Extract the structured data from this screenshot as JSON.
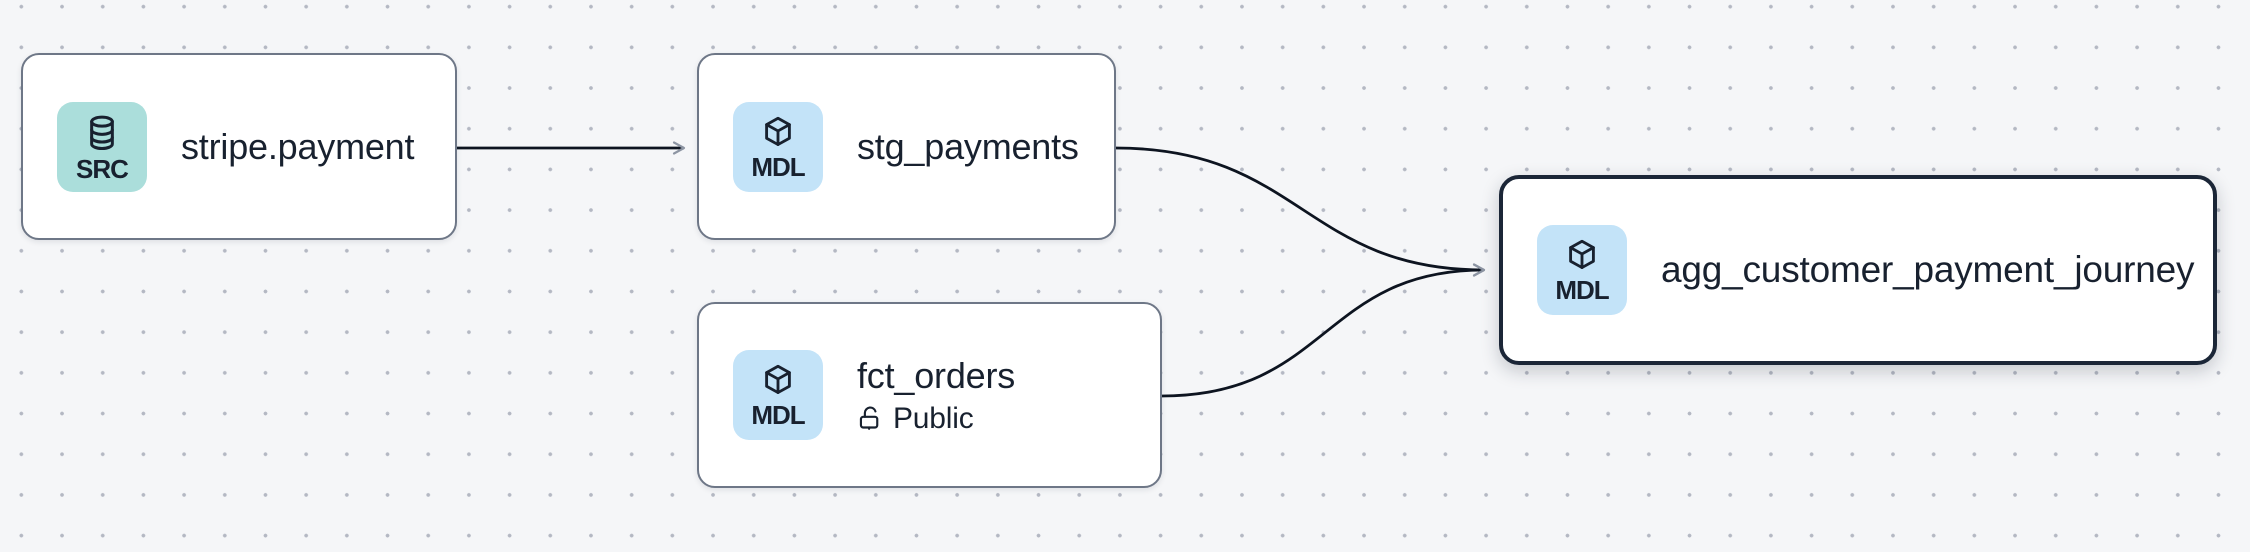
{
  "diagram": {
    "type": "lineage-graph",
    "background_color": "#f5f6f8",
    "grid_dot_color": "#b4b8c3",
    "edge_color": "#0d1420",
    "arrowhead_color": "#8d95a3",
    "node_border_color": "#6e7787",
    "selected_node_border_color": "#1b2637",
    "node_background_color": "#ffffff",
    "label_color": "#18212f",
    "badge_colors": {
      "SRC": "#abdedb",
      "MDL": "#c3e3f8"
    },
    "nodes": [
      {
        "id": "stripe.payment",
        "label": "stripe.payment",
        "badge": "SRC",
        "badge_icon": "database-icon",
        "selected": false
      },
      {
        "id": "stg_payments",
        "label": "stg_payments",
        "badge": "MDL",
        "badge_icon": "cube-icon",
        "selected": false
      },
      {
        "id": "fct_orders",
        "label": "fct_orders",
        "badge": "MDL",
        "badge_icon": "cube-icon",
        "access": "Public",
        "access_icon": "unlock-icon",
        "selected": false
      },
      {
        "id": "agg_customer_payment_journey",
        "label": "agg_customer_payment_journey",
        "badge": "MDL",
        "badge_icon": "cube-icon",
        "selected": true
      }
    ],
    "edges": [
      {
        "from": "stripe.payment",
        "to": "stg_payments"
      },
      {
        "from": "stg_payments",
        "to": "agg_customer_payment_journey"
      },
      {
        "from": "fct_orders",
        "to": "agg_customer_payment_journey"
      }
    ]
  }
}
